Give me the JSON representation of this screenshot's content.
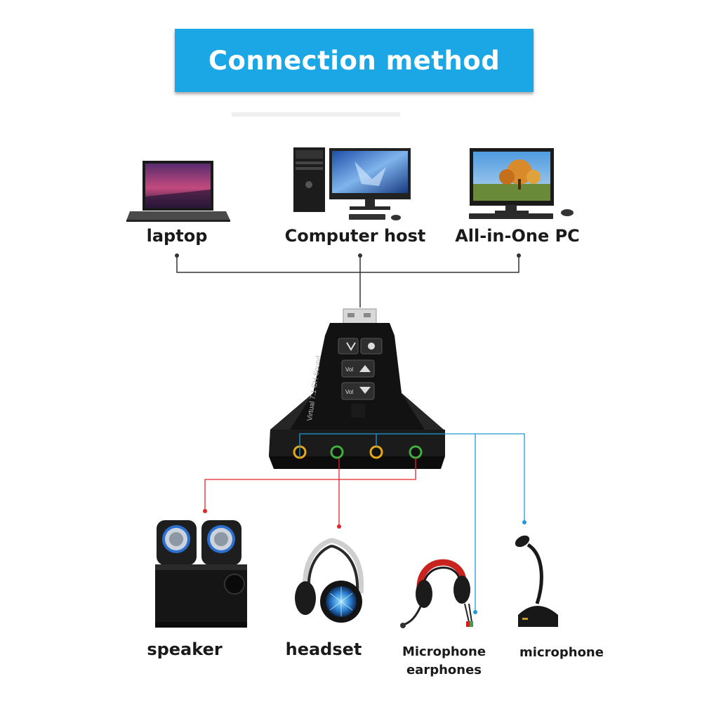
{
  "title": "Connection method",
  "hosts": [
    {
      "id": "laptop",
      "label": "laptop",
      "icon": "laptop-icon"
    },
    {
      "id": "computer-host",
      "label": "Computer host",
      "icon": "desktop-computer-icon"
    },
    {
      "id": "all-in-one",
      "label": "All-in-One PC",
      "icon": "all-in-one-pc-icon"
    }
  ],
  "device": {
    "name": "USB sound card",
    "icon": "usb-sound-card-icon",
    "side_text": "Virtual 7.1 CH Sound",
    "button_labels": [
      "Vol",
      "Vol"
    ]
  },
  "outputs": [
    {
      "id": "speaker",
      "label": "speaker",
      "icon": "speaker-icon",
      "line_color": "#e2242b"
    },
    {
      "id": "headset",
      "label": "headset",
      "icon": "headset-icon",
      "line_color": "#e2242b"
    },
    {
      "id": "mic-earphones",
      "label_line1": "Microphone",
      "label_line2": "earphones",
      "icon": "microphone-earphones-icon",
      "line_color": "#1f9ad6"
    },
    {
      "id": "microphone",
      "label": "microphone",
      "icon": "microphone-icon",
      "line_color": "#1f9ad6"
    }
  ],
  "colors": {
    "banner": "#1ba6e6",
    "host_lines": "#333333",
    "red_lines": "#e2242b",
    "blue_lines": "#1f9ad6"
  }
}
